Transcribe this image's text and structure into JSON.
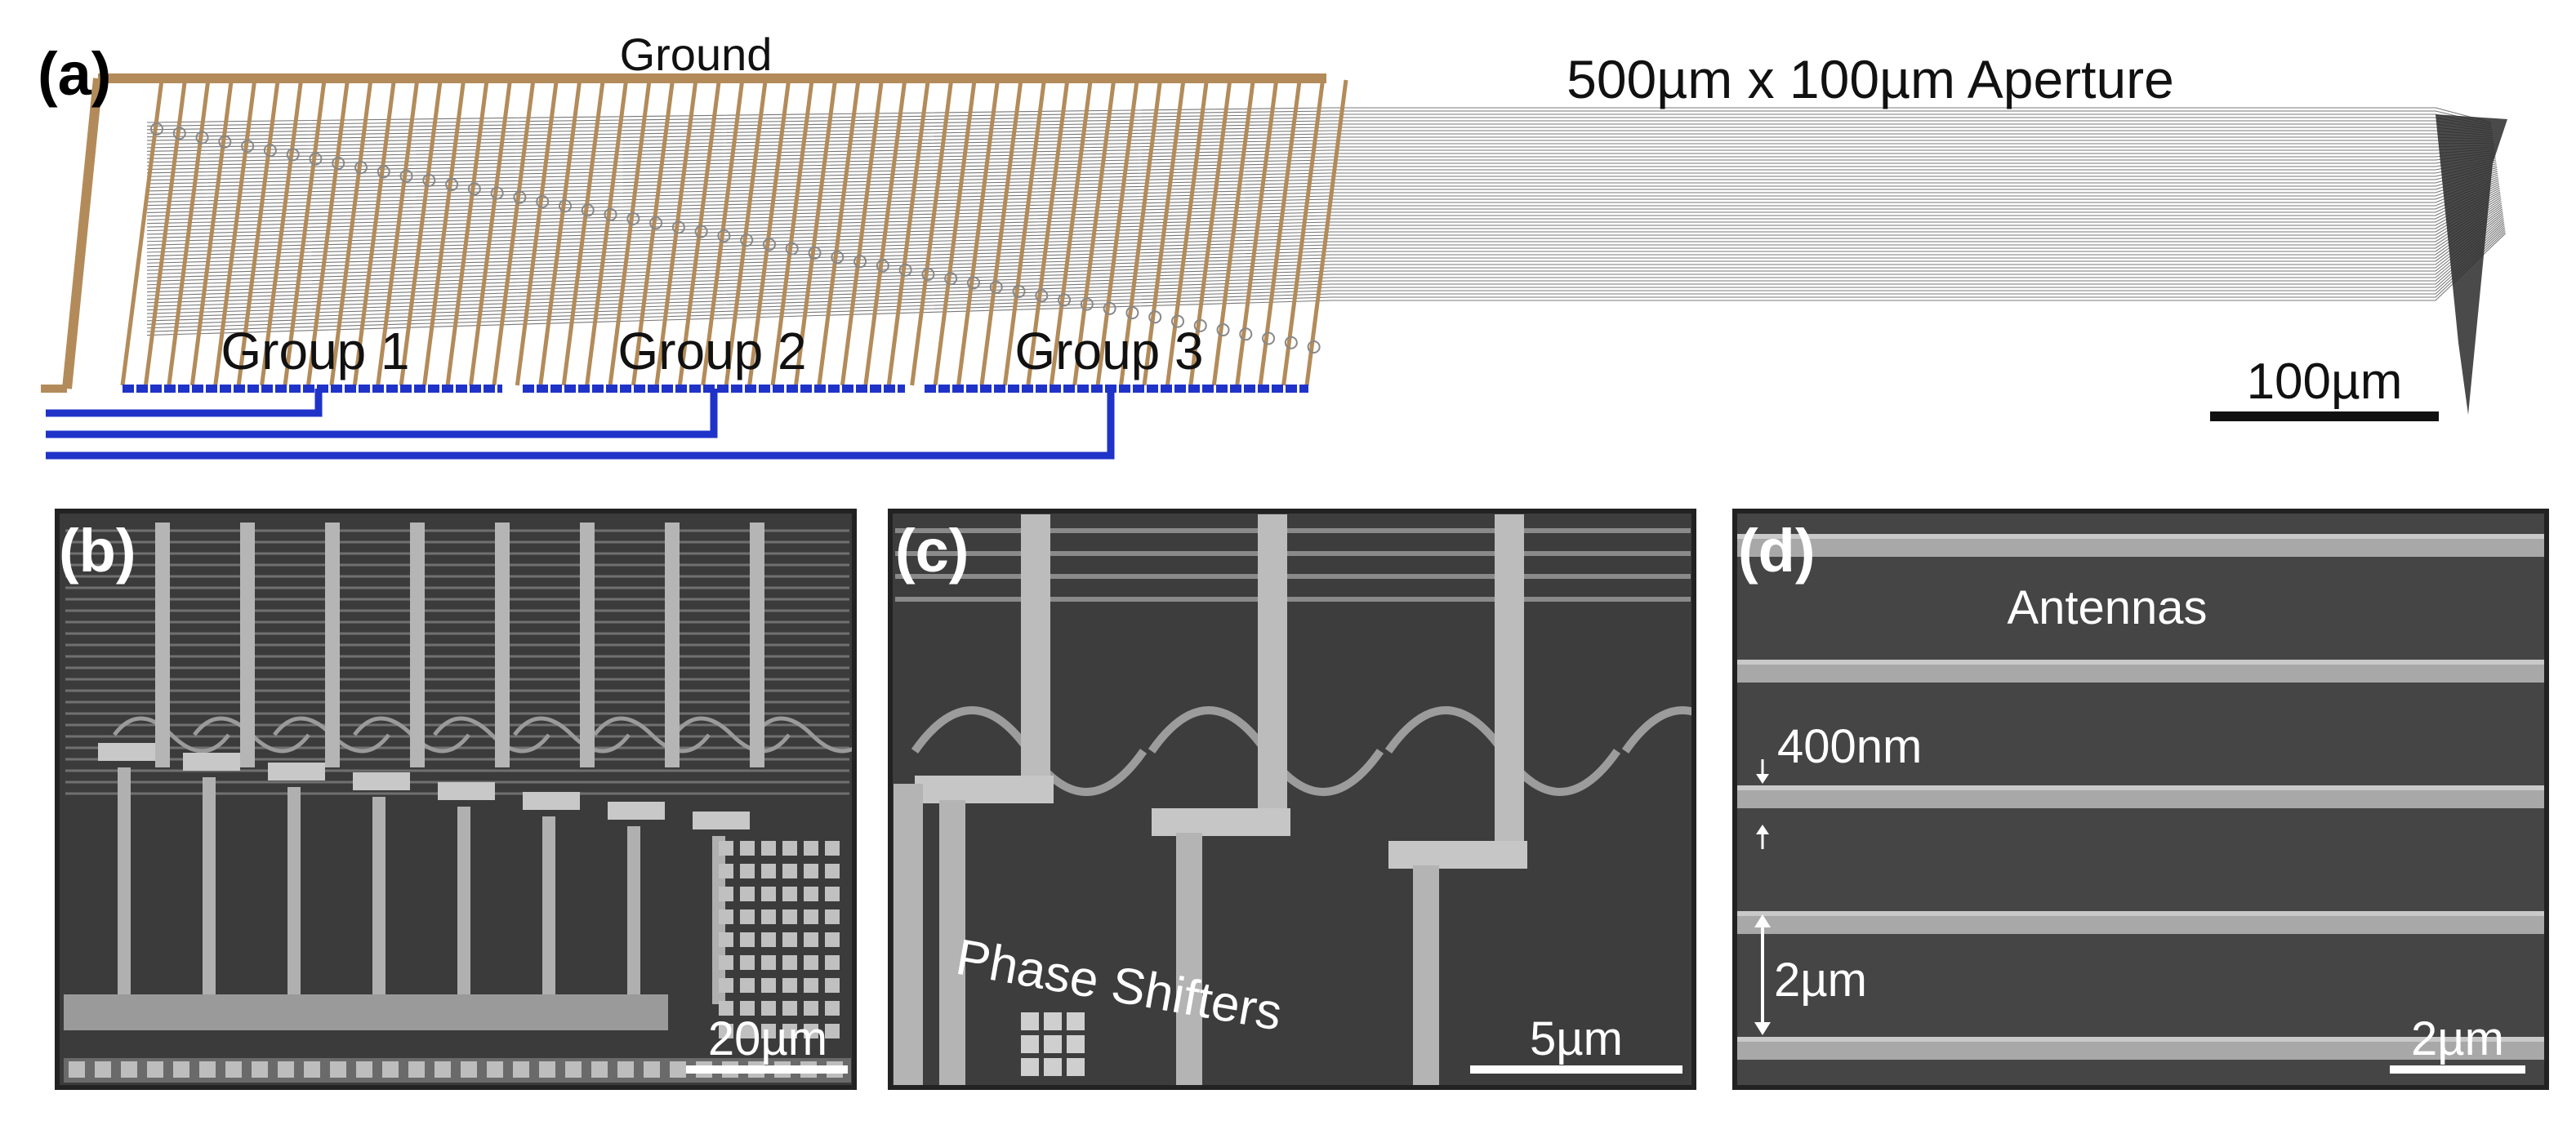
{
  "panel_a": {
    "label": "(a)",
    "ground_label": "Ground",
    "aperture_label": "500µm x 100µm Aperture",
    "groups": [
      "Group 1",
      "Group 2",
      "Group 3"
    ],
    "scale_bar": "100µm",
    "colors": {
      "electrode": "#b38b5a",
      "bus": "#1f33c9",
      "waveguide": "#555555"
    }
  },
  "panel_b": {
    "label": "(b)",
    "scale_bar": "20µm"
  },
  "panel_c": {
    "label": "(c)",
    "annotation": "Phase Shifters",
    "scale_bar": "5µm"
  },
  "panel_d": {
    "label": "(d)",
    "title": "Antennas",
    "dim_width": "400nm",
    "dim_pitch": "2µm",
    "scale_bar": "2µm"
  }
}
